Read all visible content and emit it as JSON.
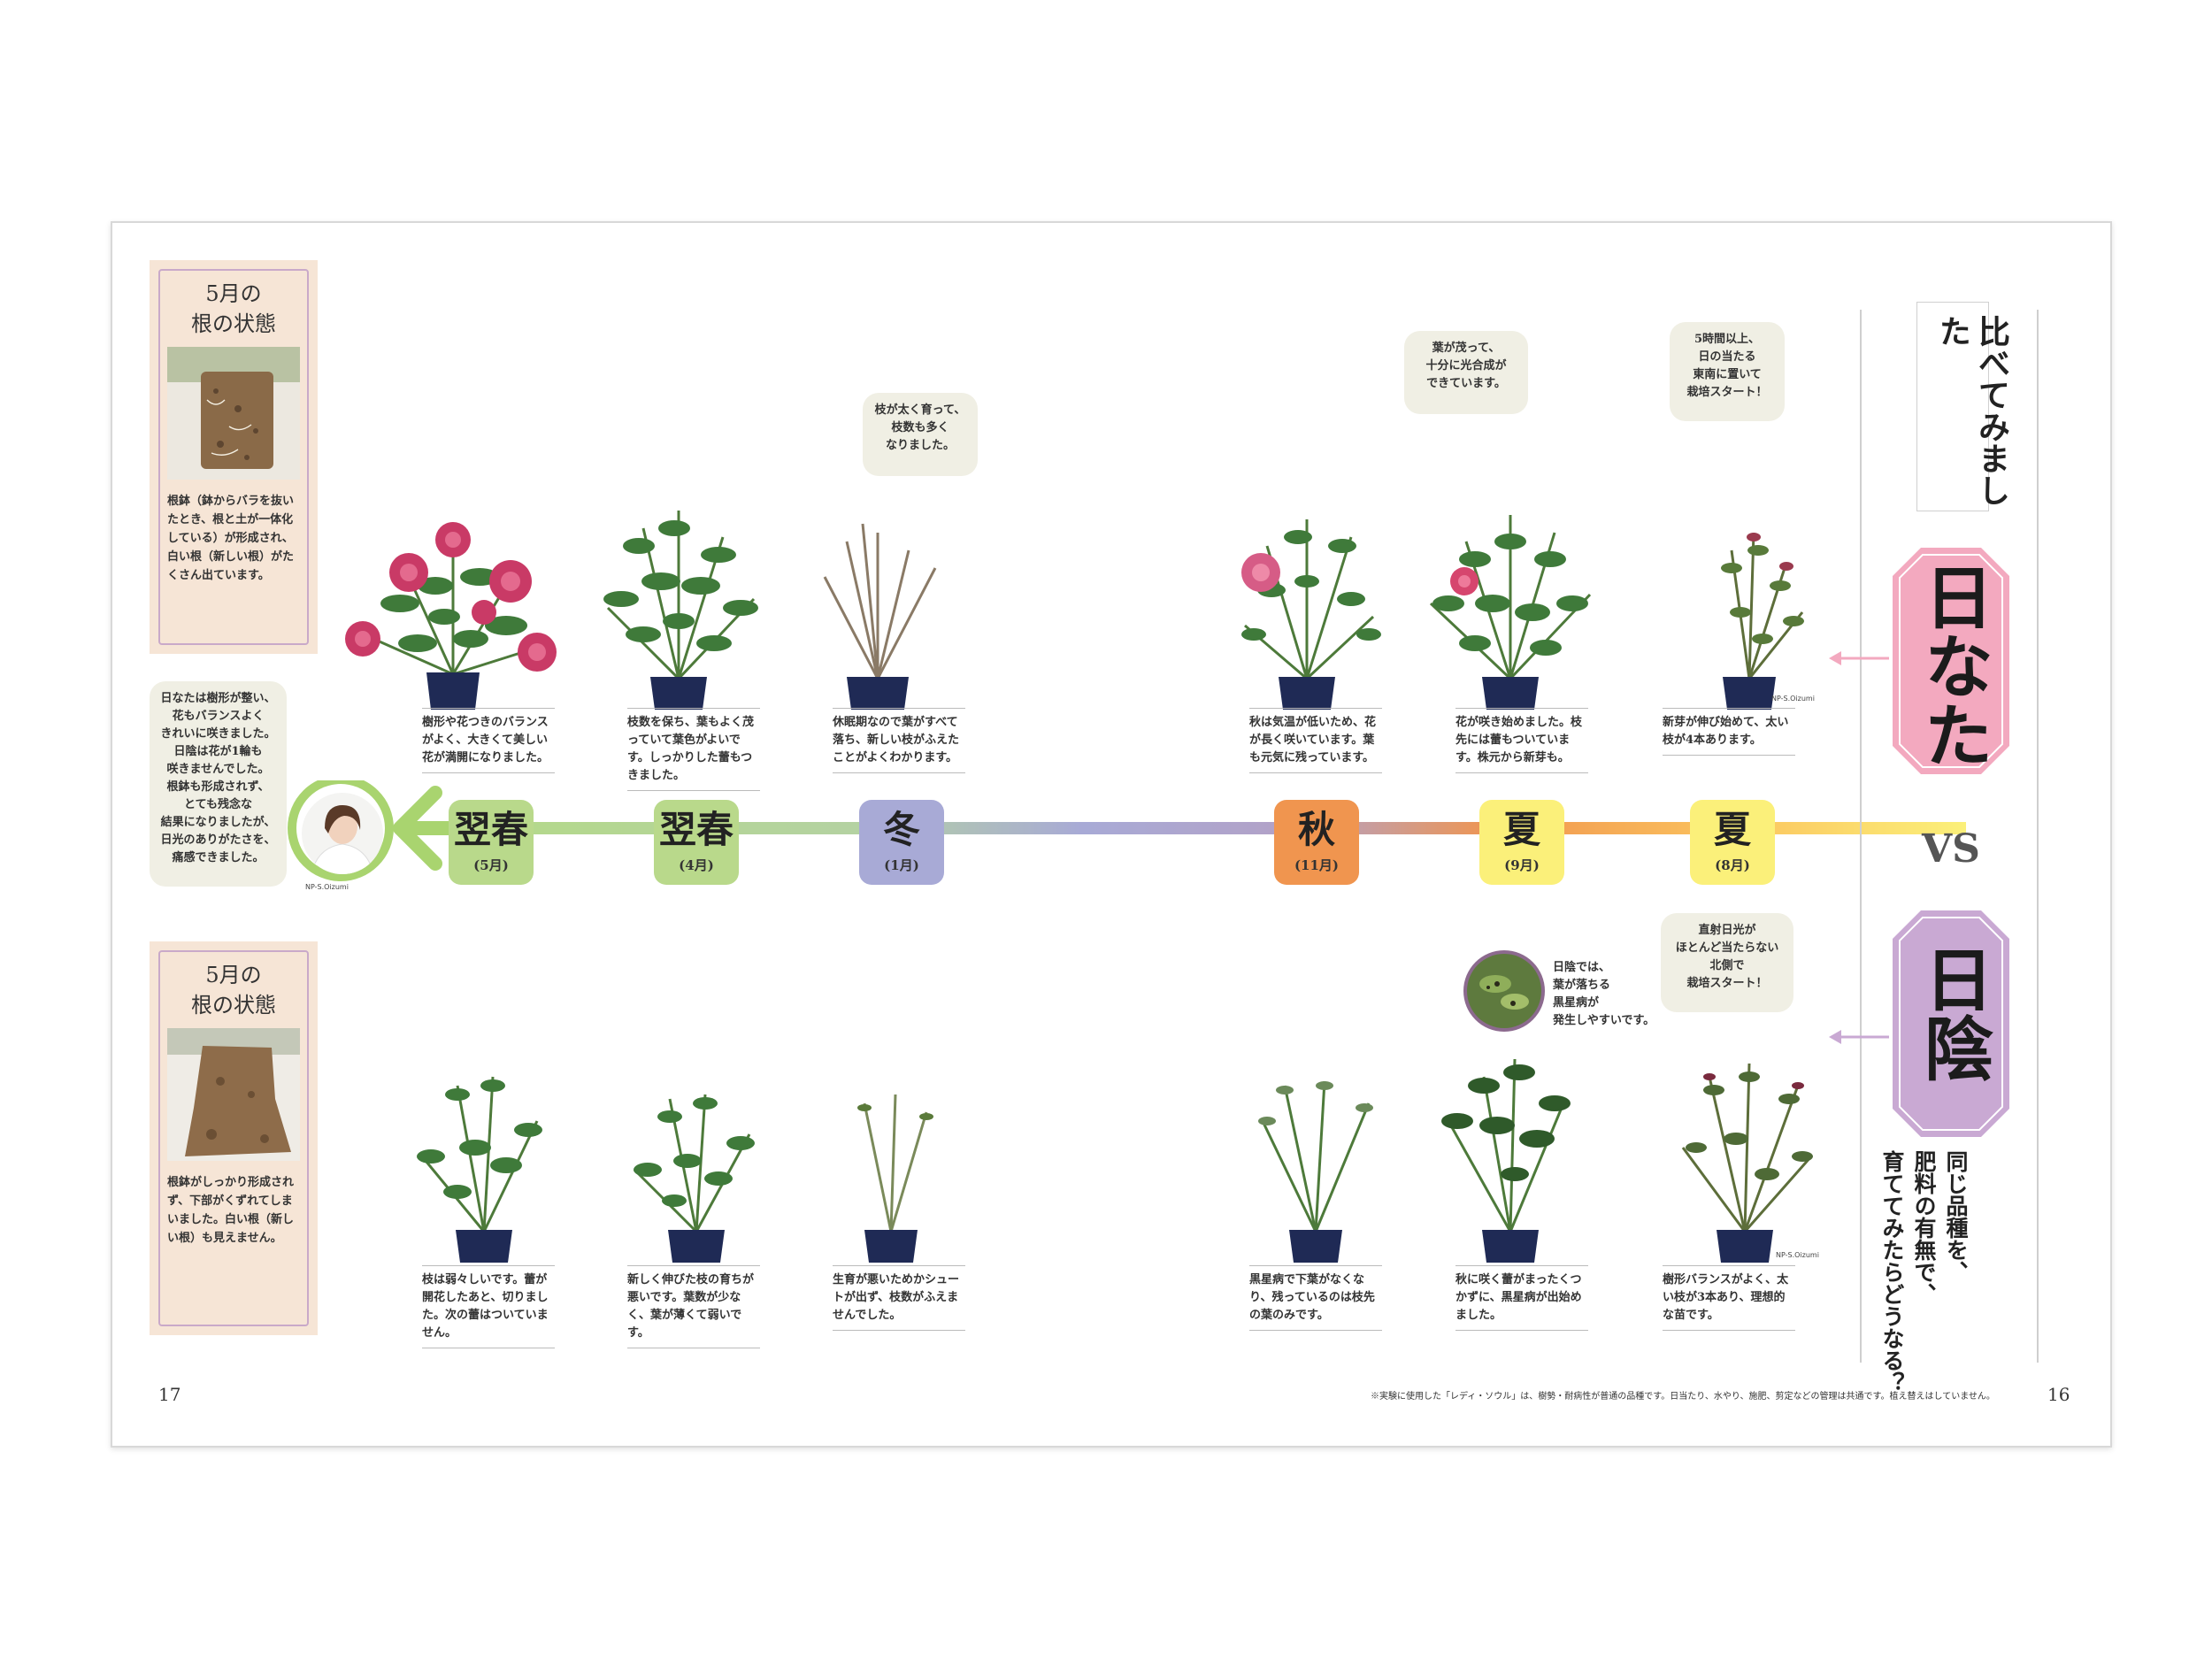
{
  "page_left_number": "17",
  "page_right_number": "16",
  "footnote": "※実験に使用した「レディ・ソウル」は、樹勢・耐病性が普通の品種です。日当たり、水やり、施肥、剪定などの管理は共通です。植え替えはしていません。",
  "title_vertical": "比べてみました",
  "sunny_label": "日なた",
  "vs_label": "VS",
  "shade_label": "日陰",
  "subtitle_vertical": [
    "同じ品種を、",
    "肥料の有無で、",
    "育ててみたらどうなる？"
  ],
  "photo_credit": "NP-S.Oizumi",
  "root_top": {
    "title_line1": "5月の",
    "title_line2": "根の状態",
    "text": "根鉢（鉢からバラを抜いたとき、根と土が一体化している）が形成され、白い根（新しい根）がたくさん出ています。"
  },
  "root_bottom": {
    "title_line1": "5月の",
    "title_line2": "根の状態",
    "text": "根鉢がしっかり形成されず、下部がくずれてしまいました。白い根（新しい根）も見えません。"
  },
  "person_bubble": [
    "日なたは樹形が整い、",
    "花もバランスよく",
    "きれいに咲きました。",
    "日陰は花が1輪も",
    "咲きませんでした。",
    "根鉢も形成されず、",
    "とても残念な",
    "結果になりましたが、",
    "日光のありがたさを、",
    "痛感できました。"
  ],
  "bubbles": {
    "winter": [
      "枝が太く育って、",
      "枝数も多く",
      "なりました。"
    ],
    "sep": [
      "葉が茂って、",
      "十分に光合成が",
      "できています。"
    ],
    "aug_sun": [
      "5時間以上、",
      "日の当たる",
      "東南に置いて",
      "栽培スタート！"
    ],
    "aug_shade": [
      "直射日光が",
      "ほとんど当たらない",
      "北側で",
      "栽培スタート！"
    ],
    "disease": [
      "日陰では、",
      "葉が落ちる",
      "黒星病が",
      "発生しやすいです。"
    ]
  },
  "seasons": [
    {
      "big": "翌春",
      "small": "(5月)",
      "color": "#b9d98b"
    },
    {
      "big": "翌春",
      "small": "(4月)",
      "color": "#b9d98b"
    },
    {
      "big": "冬",
      "small": "(1月)",
      "color": "#a8aad6"
    },
    {
      "big": "秋",
      "small": "(11月)",
      "color": "#f0954f"
    },
    {
      "big": "夏",
      "small": "(9月)",
      "color": "#fbf07a"
    },
    {
      "big": "夏",
      "small": "(8月)",
      "color": "#fbf07a"
    }
  ],
  "captions_sun": [
    "樹形や花つきのバランスがよく、大きくて美しい花が満開になりました。",
    "枝数を保ち、葉もよく茂っていて葉色がよいです。しっかりした蕾もつきました。",
    "休眠期なので葉がすべて落ち、新しい枝がふえたことがよくわかります。",
    "秋は気温が低いため、花が長く咲いています。葉も元気に残っています。",
    "花が咲き始めました。枝先には蕾もついています。株元から新芽も。",
    "新芽が伸び始めて、太い枝が4本あります。"
  ],
  "captions_shade": [
    "枝は弱々しいです。蕾が開花したあと、切りました。次の蕾はついていません。",
    "新しく伸びた枝の育ちが悪いです。葉数が少なく、葉が薄くて弱いです。",
    "生育が悪いためかシュートが出ず、枝数がふえませんでした。",
    "黒星病で下葉がなくなり、残っているのは枝先の葉のみです。",
    "秋に咲く蕾がまったくつかずに、黒星病が出始めました。",
    "樹形バランスがよく、太い枝が3本あり、理想的な苗です。"
  ],
  "colors": {
    "sunny_pink": "#f3a9bf",
    "shade_purple": "#c9a9d3",
    "green_arrow": "#a9d46f",
    "pot": "#1f2a55"
  }
}
